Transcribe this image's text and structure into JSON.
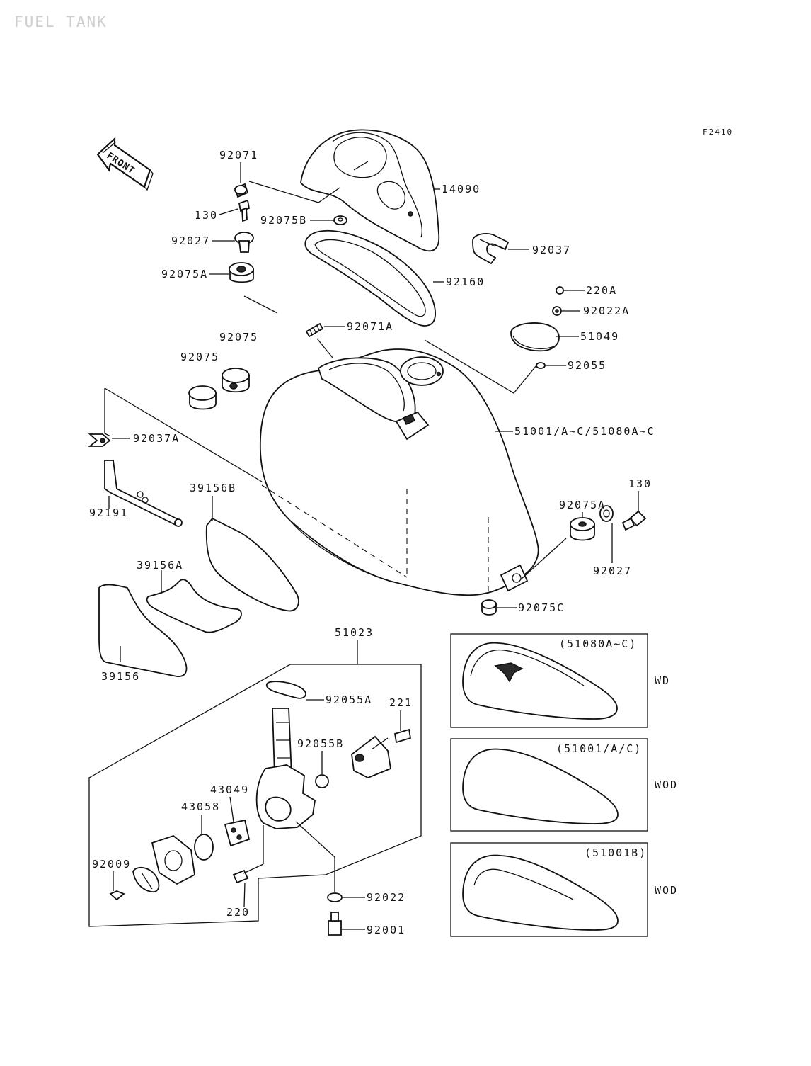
{
  "title": "FUEL TANK",
  "figure_code": "F2410",
  "front_arrow": "FRONT",
  "labels": {
    "p92071": "92071",
    "p14090": "14090",
    "p130a": "130",
    "p92075B": "92075B",
    "p92027a": "92027",
    "p92037": "92037",
    "p92075Aa": "92075A",
    "p92160": "92160",
    "p220A": "220A",
    "p92022A": "92022A",
    "p92071A": "92071A",
    "p51049": "51049",
    "p92075a": "92075",
    "p92075b": "92075",
    "p92055": "92055",
    "p92037A": "92037A",
    "p51001": "51001/A~C/51080A~C",
    "p39156B": "39156B",
    "p92191": "92191",
    "p130b": "130",
    "p92075Ab": "92075A",
    "p92027b": "92027",
    "p39156A": "39156A",
    "p92075C": "92075C",
    "p51023": "51023",
    "p39156": "39156",
    "p92055A": "92055A",
    "p221": "221",
    "p92055B": "92055B",
    "p43049": "43049",
    "p43058": "43058",
    "p92009": "92009",
    "p220": "220",
    "p92022": "92022",
    "p92001": "92001"
  },
  "variants": [
    {
      "tag": "(51080A~C)",
      "code": "WD"
    },
    {
      "tag": "(51001/A/C)",
      "code": "WOD"
    },
    {
      "tag": "(51001B)",
      "code": "WOD"
    }
  ],
  "colors": {
    "ink": "#111111",
    "title": "#cfcfcf",
    "background": "#ffffff"
  }
}
